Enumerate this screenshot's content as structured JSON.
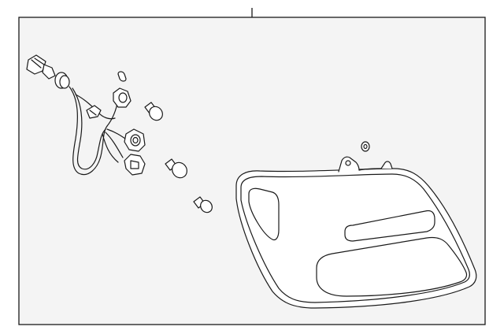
{
  "diagram": {
    "line_color": "#1a1a1a",
    "panel_fill": "#f4f4f4",
    "background": "#ffffff",
    "parts": [
      {
        "name": "tail-lamp-assembly"
      },
      {
        "name": "wiring-harness"
      },
      {
        "name": "harness-connector"
      },
      {
        "name": "bulb-sockets"
      },
      {
        "name": "bulbs"
      },
      {
        "name": "mounting-nut"
      },
      {
        "name": "grommet"
      }
    ]
  }
}
